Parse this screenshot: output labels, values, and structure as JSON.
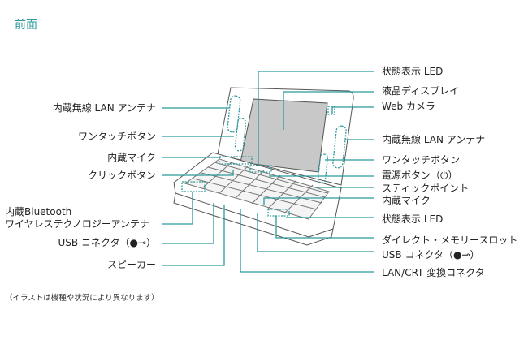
{
  "title": "前面",
  "left_labels": {
    "wlan_antenna": "内蔵無線 LAN アンテナ",
    "one_touch": "ワンタッチボタン",
    "mic": "内蔵マイク",
    "click": "クリックボタン",
    "bt_line1": "内蔵Bluetooth",
    "bt_line2": "ワイヤレステクノロジーアンテナ",
    "usb": "USB コネクタ（",
    "usb_end": "）",
    "speaker": "スピーカー"
  },
  "right_labels": {
    "status_led_top": "状態表示 LED",
    "lcd": "液晶ディスプレイ",
    "webcam": "Web カメラ",
    "wlan_antenna": "内蔵無線 LAN アンテナ",
    "one_touch": "ワンタッチボタン",
    "power": "電源ボタン（⏻）",
    "stick": "スティックポイント",
    "mic": "内蔵マイク",
    "status_led": "状態表示 LED",
    "memory_slot": "ダイレクト・メモリースロット",
    "usb": "USB コネクタ（",
    "usb_end": "）",
    "lan_crt": "LAN/CRT 変換コネクタ"
  },
  "usb_icon": "usb-icon",
  "note": "（イラストは機種や状況により異なります）",
  "colors": {
    "accent": "#2a9a9c",
    "line": "#4a4a4a"
  }
}
